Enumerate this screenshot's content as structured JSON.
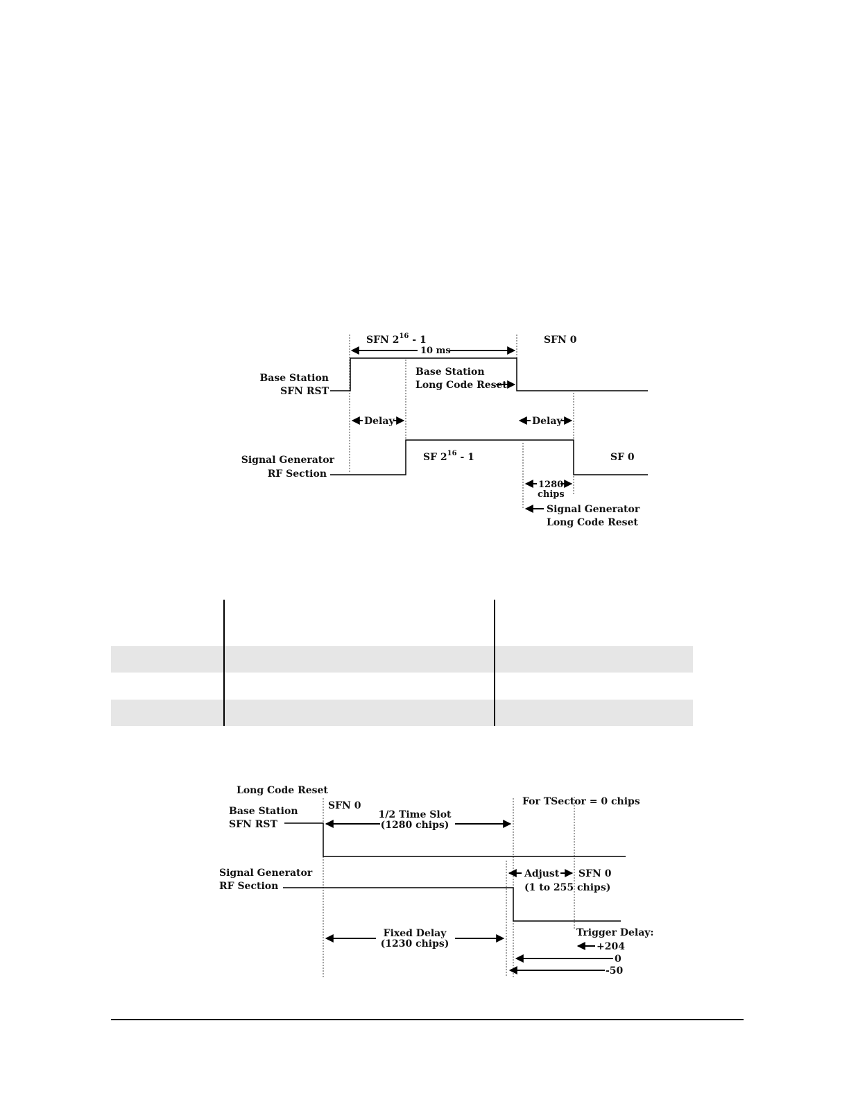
{
  "diagram1": {
    "sfn_base": "SFN 2",
    "sfn_exp": "16",
    "sfn_suffix": " - 1",
    "ten_ms": "10 ms",
    "sfn0": "SFN 0",
    "bs_label_1": "Base Station",
    "bs_label_2": "SFN RST",
    "bs_reset_1": "Base Station",
    "bs_reset_2": "Long Code Reset",
    "delay": "Delay",
    "sg_label_1": "Signal Generator",
    "sg_label_2": "RF Section",
    "sf_base": "SF 2",
    "sf_exp": "16",
    "sf_suffix": " - 1",
    "sf0": "SF 0",
    "chips_1": "1280",
    "chips_2": "chips",
    "sg_reset_1": "Signal Generator",
    "sg_reset_2": "Long Code Reset"
  },
  "diagram2": {
    "lc_reset": "Long Code Reset",
    "bs_label_1": "Base Station",
    "bs_label_2": "SFN RST",
    "sfn0_a": "SFN 0",
    "half_slot_1": "1/2 Time Slot",
    "half_slot_2": "(1280 chips)",
    "tsector": "For TSector = 0 chips",
    "sg_label_1": "Signal Generator",
    "sg_label_2": "RF Section",
    "adjust": "Adjust",
    "sfn0_b": "SFN 0",
    "adjust_range": "(1 to 255 chips)",
    "fixed_1": "Fixed Delay",
    "fixed_2": "(1230 chips)",
    "trigger": "Trigger Delay:",
    "t1": "+204",
    "t2": "0",
    "t3": "-50"
  }
}
